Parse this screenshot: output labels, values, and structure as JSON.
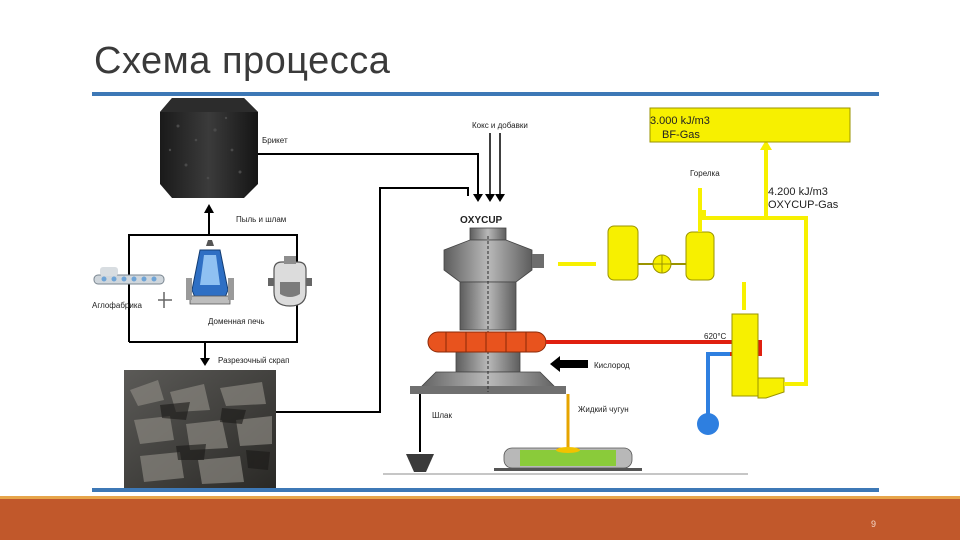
{
  "slide": {
    "title": "Схема процесса",
    "page_number": "9"
  },
  "diagram": {
    "labels": {
      "briquette": "Брикет",
      "coke": "Кокс и добавки",
      "dust": "Пыль и шлам",
      "sinter": "Аглофабрика",
      "blast_furnace": "Доменная печь",
      "scrap": "Разрезочный скрап",
      "oxycup": "OXYCUP",
      "oxygen": "Кислород",
      "slag": "Шлак",
      "iron": "Жидкий чугун",
      "burner": "Горелка",
      "temp": "620°C",
      "bf_energy": "3.000 kJ/m3",
      "bf_gas": "BF-Gas",
      "ox_energy": "4.200 kJ/m3",
      "ox_gas": "OXYCUP-Gas"
    },
    "colors": {
      "gas_yellow": "#f7f000",
      "hot_red": "#e02010",
      "cold_blue": "#2e7fe0",
      "furnace_grey": "#8d8d8d",
      "ring_orange": "#e8531e"
    }
  }
}
